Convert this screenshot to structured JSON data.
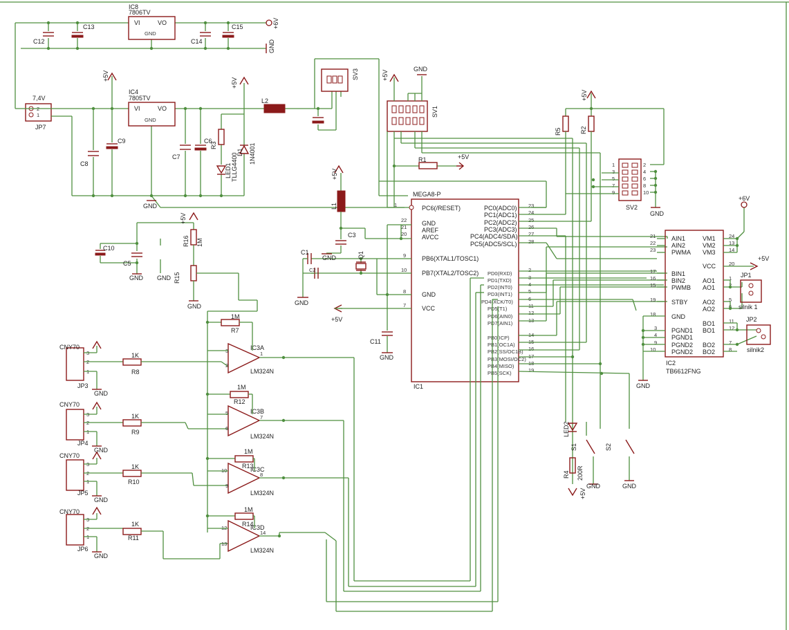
{
  "components": {
    "ic8": {
      "ref": "IC8",
      "part": "7806TV",
      "pin_vi": "VI",
      "pin_vo": "VO",
      "pin_gnd": "GND"
    },
    "ic4": {
      "ref": "IC4",
      "part": "7805TV",
      "pin_vi": "VI",
      "pin_vo": "VO",
      "pin_gnd": "GND"
    },
    "ic1": {
      "ref": "IC1",
      "part": "MEGA8-P",
      "left_pins": [
        {
          "num": "1",
          "name": "PC6(/RESET)"
        },
        {
          "num": "22",
          "name": "GND"
        },
        {
          "num": "21",
          "name": "AREF"
        },
        {
          "num": "20",
          "name": "AVCC"
        },
        {
          "num": "9",
          "name": "PB6(XTAL1/TOSC1)"
        },
        {
          "num": "10",
          "name": "PB7(XTAL2/TOSC2)"
        },
        {
          "num": "8",
          "name": "GND"
        },
        {
          "num": "7",
          "name": "VCC"
        }
      ],
      "right_pins": [
        {
          "num": "23",
          "name": "PC0(ADC0)"
        },
        {
          "num": "24",
          "name": "PC1(ADC1)"
        },
        {
          "num": "25",
          "name": "PC2(ADC2)"
        },
        {
          "num": "26",
          "name": "PC3(ADC3)"
        },
        {
          "num": "27",
          "name": "PC4(ADC4/SDA)"
        },
        {
          "num": "28",
          "name": "PC5(ADC5/SCL)"
        },
        {
          "num": "2",
          "name": "PD0(RXD)"
        },
        {
          "num": "3",
          "name": "PD1(TXD)"
        },
        {
          "num": "4",
          "name": "PD2(INT0)"
        },
        {
          "num": "5",
          "name": "PD3(INT1)"
        },
        {
          "num": "6",
          "name": "PD4(XCK/T0)"
        },
        {
          "num": "11",
          "name": "PD5(T1)"
        },
        {
          "num": "12",
          "name": "PD6(AIN0)"
        },
        {
          "num": "13",
          "name": "PD7(AIN1)"
        },
        {
          "num": "14",
          "name": "PB0(ICP)"
        },
        {
          "num": "15",
          "name": "PB1(OC1A)"
        },
        {
          "num": "16",
          "name": "PB2(SS/OC1B)"
        },
        {
          "num": "17",
          "name": "PB3(MOSI/OC2)"
        },
        {
          "num": "18",
          "name": "PB4(MISO)"
        },
        {
          "num": "19",
          "name": "PB5(SCK)"
        }
      ]
    },
    "ic2": {
      "ref": "IC2",
      "part": "TB6612FNG",
      "left_pins": [
        {
          "num": "21",
          "name": "AIN1"
        },
        {
          "num": "22",
          "name": "AIN2"
        },
        {
          "num": "23",
          "name": "PWMA"
        },
        {
          "num": "17",
          "name": "BIN1"
        },
        {
          "num": "16",
          "name": "BIN2"
        },
        {
          "num": "15",
          "name": "PWMB"
        },
        {
          "num": "19",
          "name": "STBY"
        },
        {
          "num": "18",
          "name": "GND"
        },
        {
          "num": "3",
          "name": "PGND1"
        },
        {
          "num": "4",
          "name": "PGND1"
        },
        {
          "num": "9",
          "name": "PGND2"
        },
        {
          "num": "10",
          "name": "PGND2"
        }
      ],
      "right_pins": [
        {
          "num": "24",
          "name": "VM1"
        },
        {
          "num": "13",
          "name": "VM2"
        },
        {
          "num": "14",
          "name": "VM3"
        },
        {
          "num": "20",
          "name": "VCC"
        },
        {
          "num": "1",
          "name": "AO1"
        },
        {
          "num": "2",
          "name": "AO1"
        },
        {
          "num": "5",
          "name": "AO2"
        },
        {
          "num": "6",
          "name": "AO2"
        },
        {
          "num": "11",
          "name": "BO1"
        },
        {
          "num": "12",
          "name": "BO1"
        },
        {
          "num": "7",
          "name": "BO2"
        },
        {
          "num": "8",
          "name": "BO2"
        }
      ]
    },
    "opamps": [
      {
        "ref": "IC3A",
        "part": "LM324N",
        "in_plus": "3",
        "in_minus": "2",
        "out": "1"
      },
      {
        "ref": "IC3B",
        "part": "LM324N",
        "in_plus": "5",
        "in_minus": "6",
        "out": "7"
      },
      {
        "ref": "IC3C",
        "part": "LM324N",
        "in_plus": "10",
        "in_minus": "9",
        "out": "8"
      },
      {
        "ref": "IC3D",
        "part": "LM324N",
        "in_plus": "12",
        "in_minus": "13",
        "out": "14"
      }
    ],
    "sensors": [
      {
        "name": "CNY70",
        "ref": "JP3",
        "r_ref": "R8",
        "r_val": "1K",
        "fb_ref": "R7",
        "fb_val": "1M"
      },
      {
        "name": "CNY70",
        "ref": "JP4",
        "r_ref": "R9",
        "r_val": "1K",
        "fb_ref": "R12",
        "fb_val": "1M"
      },
      {
        "name": "CNY70",
        "ref": "JP5",
        "r_ref": "R10",
        "r_val": "1K",
        "fb_ref": "R13",
        "fb_val": "1M"
      },
      {
        "name": "CNY70",
        "ref": "JP6",
        "r_ref": "R11",
        "r_val": "1K",
        "fb_ref": "R14",
        "fb_val": "1M"
      }
    ],
    "connectors": {
      "jp7": {
        "ref": "JP7",
        "value": "7,4V"
      },
      "sv1": {
        "ref": "SV1"
      },
      "sv2": {
        "ref": "SV2",
        "pins": [
          "1",
          "2",
          "3",
          "4",
          "5",
          "6",
          "7",
          "8",
          "9",
          "10"
        ]
      },
      "sv3": {
        "ref": "SV3"
      },
      "jp1": {
        "ref": "JP1",
        "label": "silnik 1"
      },
      "jp2": {
        "ref": "JP2",
        "label": "silnik2"
      }
    },
    "capacitors": [
      "C12",
      "C13",
      "C14",
      "C15",
      "C8",
      "C9",
      "C7",
      "C6",
      "C10",
      "C5",
      "C1",
      "C2",
      "C3",
      "C11"
    ],
    "resistors": {
      "r1": "R1",
      "r2": "R2",
      "r3": "R3",
      "r4": "R4",
      "r4_val": "200R",
      "r5": "R5",
      "r15": "R15",
      "r16": "R16",
      "r16_val": "1M"
    },
    "inductors": {
      "l1": "L1",
      "l2": "L2"
    },
    "diodes": {
      "d1_ref": "D1",
      "d1_part": "1N4001",
      "led1_ref": "LED1",
      "led1_part": "TLLG4400",
      "led2_ref": "LED2"
    },
    "crystal": "Q1",
    "switches": [
      "S1",
      "S2"
    ]
  },
  "nets": {
    "gnd": "GND",
    "p5v": "+5V",
    "p6v": "+6V"
  }
}
